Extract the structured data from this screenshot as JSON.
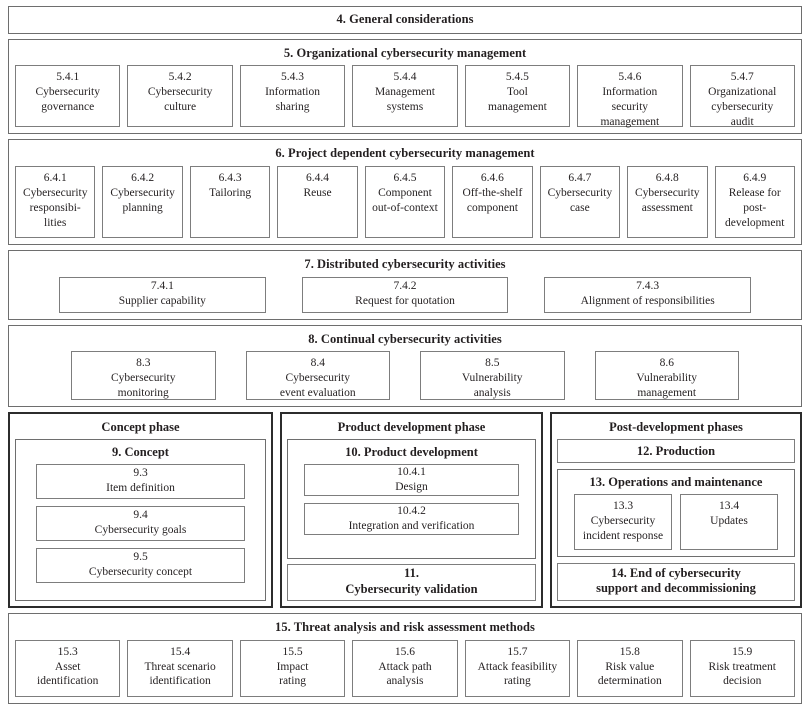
{
  "diagram": {
    "title": "ISO/SAE 21434 clause structure",
    "border_color_outer": "#6e6e6e",
    "border_color_leaf": "#7d7d7d",
    "border_color_phase": "#2c2c2c",
    "text_color": "#231f20",
    "background": "#ffffff"
  },
  "clause4": {
    "title": "4. General considerations"
  },
  "clause5": {
    "title": "5. Organizational cybersecurity management",
    "items": [
      {
        "num": "5.4.1",
        "label": "Cybersecurity\ngovernance"
      },
      {
        "num": "5.4.2",
        "label": "Cybersecurity\nculture"
      },
      {
        "num": "5.4.3",
        "label": "Information\nsharing"
      },
      {
        "num": "5.4.4",
        "label": "Management\nsystems"
      },
      {
        "num": "5.4.5",
        "label": "Tool\nmanagement"
      },
      {
        "num": "5.4.6",
        "label": "Information\nsecurity\nmanagement"
      },
      {
        "num": "5.4.7",
        "label": "Organizational\ncybersecurity\naudit"
      }
    ]
  },
  "clause6": {
    "title": "6. Project dependent cybersecurity management",
    "items": [
      {
        "num": "6.4.1",
        "label": "Cybersecurity\nresponsibi-\nlities"
      },
      {
        "num": "6.4.2",
        "label": "Cybersecurity\nplanning"
      },
      {
        "num": "6.4.3",
        "label": "Tailoring"
      },
      {
        "num": "6.4.4",
        "label": "Reuse"
      },
      {
        "num": "6.4.5",
        "label": "Component\nout-of-context"
      },
      {
        "num": "6.4.6",
        "label": "Off-the-shelf\ncomponent"
      },
      {
        "num": "6.4.7",
        "label": "Cybersecurity\ncase"
      },
      {
        "num": "6.4.8",
        "label": "Cybersecurity\nassessment"
      },
      {
        "num": "6.4.9",
        "label": "Release for\npost-\ndevelopment"
      }
    ]
  },
  "clause7": {
    "title": "7. Distributed cybersecurity activities",
    "items": [
      {
        "num": "7.4.1",
        "label": "Supplier capability"
      },
      {
        "num": "7.4.2",
        "label": "Request for quotation"
      },
      {
        "num": "7.4.3",
        "label": "Alignment of responsibilities"
      }
    ]
  },
  "clause8": {
    "title": "8. Continual cybersecurity activities",
    "items": [
      {
        "num": "8.3",
        "label": "Cybersecurity\nmonitoring"
      },
      {
        "num": "8.4",
        "label": "Cybersecurity\nevent evaluation"
      },
      {
        "num": "8.5",
        "label": "Vulnerability\nanalysis"
      },
      {
        "num": "8.6",
        "label": "Vulnerability\nmanagement"
      }
    ]
  },
  "phases": {
    "concept": {
      "title": "Concept phase",
      "clause": {
        "title": "9. Concept"
      },
      "items": [
        {
          "num": "9.3",
          "label": "Item definition"
        },
        {
          "num": "9.4",
          "label": "Cybersecurity goals"
        },
        {
          "num": "9.5",
          "label": "Cybersecurity concept"
        }
      ]
    },
    "product": {
      "title": "Product development phase",
      "clause": {
        "title": "10. Product development"
      },
      "items": [
        {
          "num": "10.4.1",
          "label": "Design"
        },
        {
          "num": "10.4.2",
          "label": "Integration and verification"
        }
      ],
      "validation": {
        "num": "11.",
        "label": "Cybersecurity validation"
      }
    },
    "post": {
      "title": "Post-development phases",
      "production": {
        "title": "12. Production"
      },
      "operations": {
        "title": "13. Operations and maintenance",
        "items": [
          {
            "num": "13.3",
            "label": "Cybersecurity\nincident response"
          },
          {
            "num": "13.4",
            "label": "Updates"
          }
        ]
      },
      "end": {
        "line1": "14. End of cybersecurity",
        "line2": "support and decommissioning"
      }
    }
  },
  "clause15": {
    "title": "15. Threat analysis and risk assessment methods",
    "items": [
      {
        "num": "15.3",
        "label": "Asset\nidentification"
      },
      {
        "num": "15.4",
        "label": "Threat scenario\nidentification"
      },
      {
        "num": "15.5",
        "label": "Impact\nrating"
      },
      {
        "num": "15.6",
        "label": "Attack path\nanalysis"
      },
      {
        "num": "15.7",
        "label": "Attack feasibility\nrating"
      },
      {
        "num": "15.8",
        "label": "Risk value\ndetermination"
      },
      {
        "num": "15.9",
        "label": "Risk treatment\ndecision"
      }
    ]
  }
}
